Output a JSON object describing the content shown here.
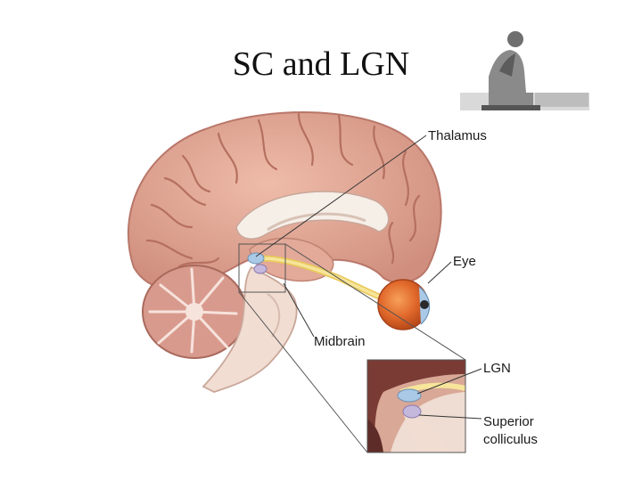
{
  "slide": {
    "title": "SC and LGN"
  },
  "diagram": {
    "labels": {
      "thalamus": "Thalamus",
      "eye": "Eye",
      "midbrain": "Midbrain",
      "lgn": "LGN",
      "sc_line1": "Superior",
      "sc_line2": "colliculus"
    }
  },
  "icons": {
    "logo": "seated-thinker-figure-icon"
  },
  "colors": {
    "cortex": "#e2a796",
    "cortex_dark": "#b9776a",
    "cerebellum": "#d99a8e",
    "brainstem": "#f1ddd2",
    "optic_tract": "#f3de7c",
    "lgn": "#a9c9e6",
    "eye_iris": "#e0672a"
  }
}
